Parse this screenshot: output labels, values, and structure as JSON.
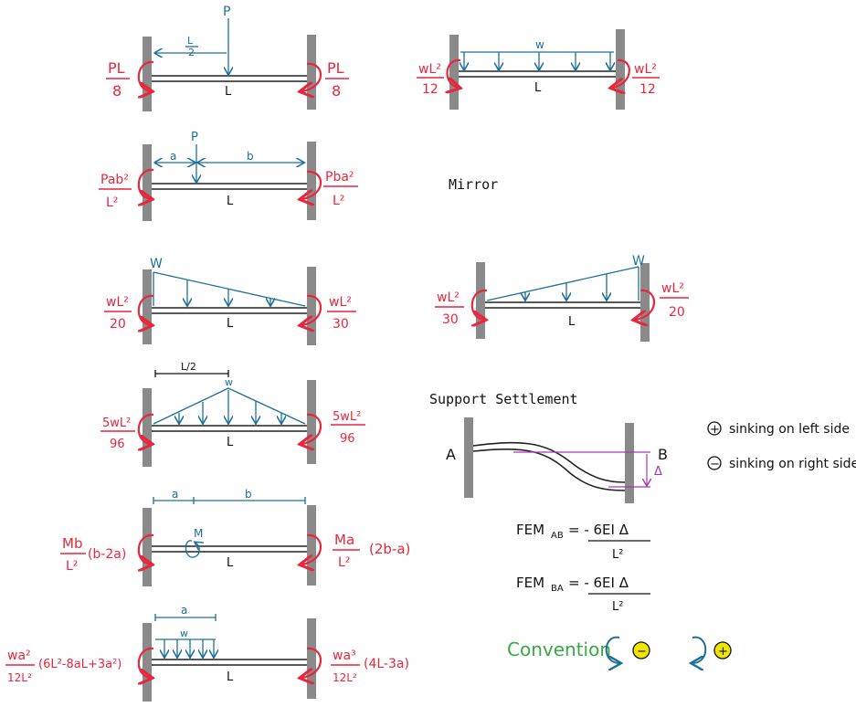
{
  "cases": {
    "c1": {
      "load": "P",
      "half": "L",
      "half_den": "2",
      "span": "L",
      "left_num": "PL",
      "left_den": "8",
      "right_num": "PL",
      "right_den": "8"
    },
    "c2": {
      "load": "w",
      "span": "L",
      "left_num": "wL²",
      "left_den": "12",
      "right_num": "wL²",
      "right_den": "12"
    },
    "c3": {
      "load": "P",
      "a": "a",
      "b": "b",
      "span": "L",
      "left_num": "Pab²",
      "left_den": "L²",
      "right_num": "Pba²",
      "right_den": "L²"
    },
    "c4": {
      "load": "W",
      "span": "L",
      "left_num": "wL²",
      "left_den": "20",
      "right_num": "wL²",
      "right_den": "30"
    },
    "c5": {
      "load": "W",
      "span": "L",
      "left_num": "wL²",
      "left_den": "30",
      "right_num": "wL²",
      "right_den": "20"
    },
    "c6": {
      "load": "w",
      "dim": "L/2",
      "span": "L",
      "left_num": "5wL²",
      "left_den": "96",
      "right_num": "5wL²",
      "right_den": "96"
    },
    "c7": {
      "load": "M",
      "a": "a",
      "b": "b",
      "span": "L",
      "left_num": "Mb",
      "left_den": "L²",
      "left_tail": "(b-2a)",
      "right_num": "Ma",
      "right_den": "L²",
      "right_tail": "(2b-a)"
    },
    "c8": {
      "load": "w",
      "a": "a",
      "span": "L",
      "left_num": "wa²",
      "left_den": "12L²",
      "left_tail": "(6L²-8aL+3a²)",
      "right_num": "wa³",
      "right_den": "12L²",
      "right_tail": "(4L-3a)"
    }
  },
  "mirror_label": "Mirror",
  "settlement": {
    "title": "Support Settlement",
    "node_a": "A",
    "node_b": "B",
    "delta": "Δ",
    "fem_ab_lhs": "FEM",
    "fem_ab_sub": "AB",
    "fem_ab_rhs": "= - 6EI Δ",
    "fem_ab_den": "L²",
    "fem_ba_lhs": "FEM",
    "fem_ba_sub": "BA",
    "fem_ba_rhs": "= - 6EI Δ",
    "fem_ba_den": "L²"
  },
  "signs": {
    "plus_text": "sinking on left side",
    "minus_text": "sinking on right side",
    "plus_symbol": "+",
    "minus_symbol": "−"
  },
  "convention": {
    "label": "Convention",
    "ccw_sign": "−",
    "cw_sign": "+"
  },
  "colors": {
    "red": "#e8273c",
    "blue": "#1c6f9a",
    "green": "#3aa847",
    "yellow": "#f2e600",
    "purple": "#a03ab0",
    "wall": "#8a8a8a"
  }
}
